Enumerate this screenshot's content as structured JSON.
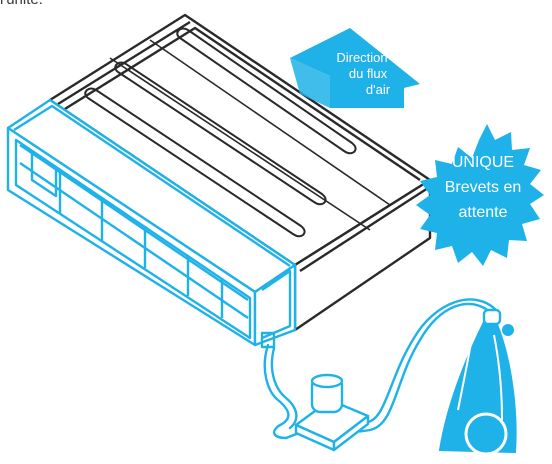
{
  "caption": "l'unité.",
  "colors": {
    "accent": "#1eb2e8",
    "outline": "#2a2a2a",
    "white": "#ffffff"
  },
  "airflow_label": {
    "line1": "Direction",
    "line2": "du flux",
    "line3": "d'air"
  },
  "badge": {
    "line1": "UNIQUE",
    "line2": "Brevets en",
    "line3": "attente"
  },
  "icons": [
    "air-conditioner-unit",
    "vacuum-cleaner",
    "airflow-arrow",
    "starburst-badge"
  ]
}
